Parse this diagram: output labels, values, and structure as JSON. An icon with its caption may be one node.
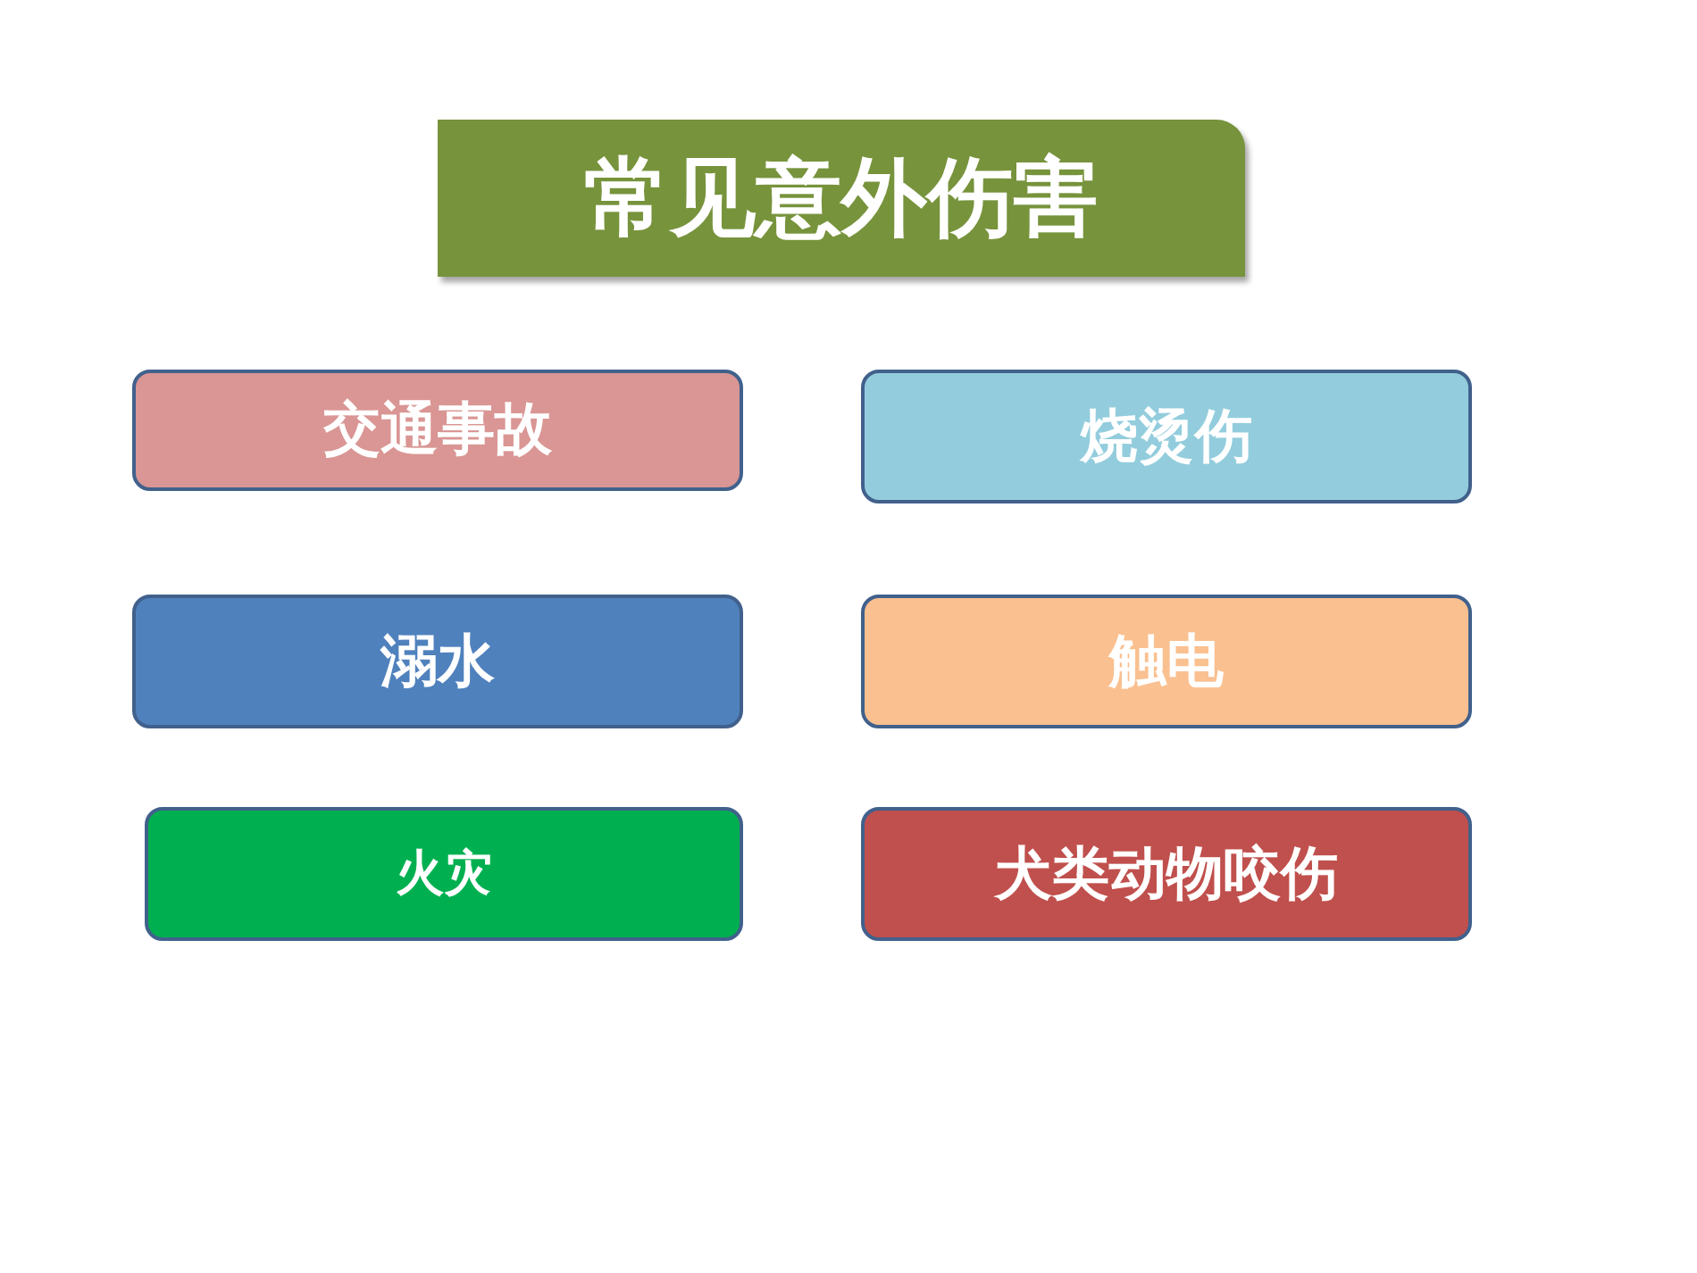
{
  "diagram": {
    "nodes": [
      {
        "text": [
          "常见意外伤害"
        ]
      },
      {
        "text": [
          "交通事故"
        ]
      },
      {
        "text": [
          "烧烫伤"
        ]
      },
      {
        "text": [
          "溺水"
        ]
      },
      {
        "text": [
          "触电"
        ]
      },
      {
        "text": [
          "火灾"
        ]
      },
      {
        "text": [
          "犬类动物咬伤"
        ]
      }
    ]
  }
}
